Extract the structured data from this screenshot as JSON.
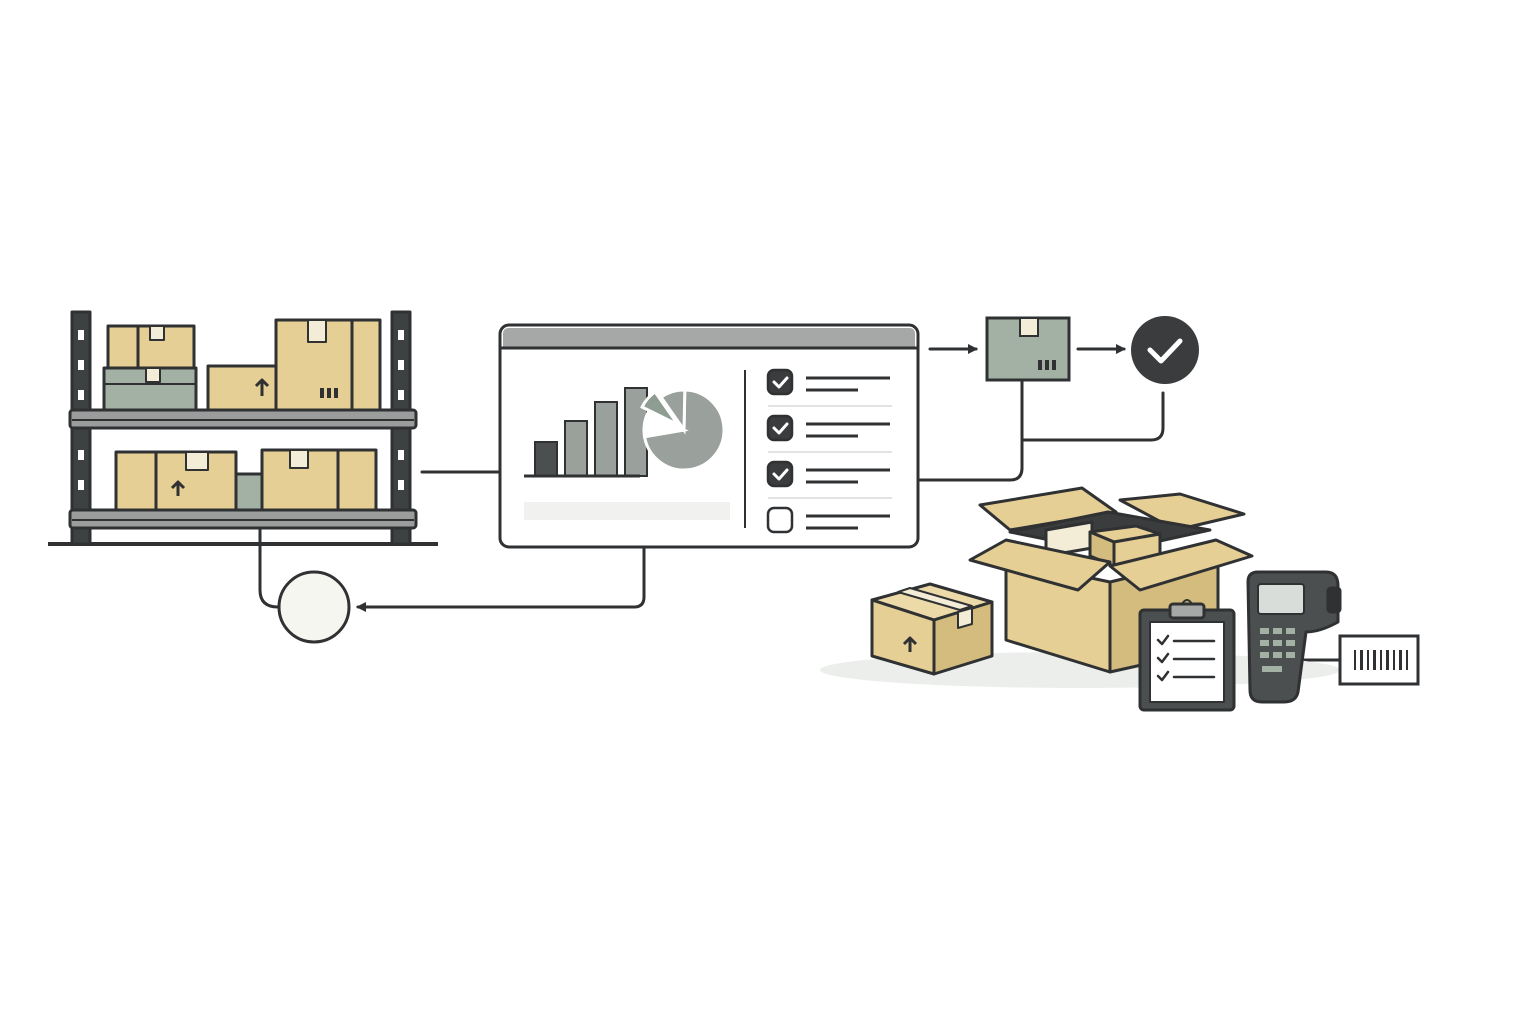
{
  "colors": {
    "outline": "#2f3133",
    "kraft": "#e5cf95",
    "kraft_dark": "#d4bc7e",
    "tape": "#f3ecd6",
    "sage": "#a3b1a5",
    "sage_dark": "#8e9d92",
    "gray_bar": "#9aa19d",
    "dark_bar": "#4b4f4f",
    "titlebar": "#a5a8a6",
    "panel_bg": "#ffffff",
    "circle_bg": "#f6f6f1",
    "shadow": "#eceeec",
    "check_badge": "#3a3c3d"
  },
  "icons": {
    "rack": "storage-rack-icon",
    "dashboard": "dashboard-window-icon",
    "bar_chart": "bar-chart-icon",
    "pie_chart": "pie-chart-icon",
    "task_checkbox": "checkbox-icon",
    "package": "package-icon",
    "approved": "check-circle-icon",
    "idle_node": "empty-circle-node",
    "open_box": "open-box-icon",
    "closed_box": "closed-box-icon",
    "clipboard": "clipboard-checklist-icon",
    "scanner": "handheld-scanner-icon",
    "barcode": "barcode-label-icon",
    "arrow": "arrow-right-icon"
  },
  "dashboard": {
    "bar_levels": [
      0.34,
      0.55,
      0.74,
      0.88
    ],
    "pie_slices": [
      0.72,
      0.1,
      0.08,
      0.1
    ],
    "task_states": [
      true,
      true,
      true,
      false
    ]
  },
  "scanner_display_text": ""
}
